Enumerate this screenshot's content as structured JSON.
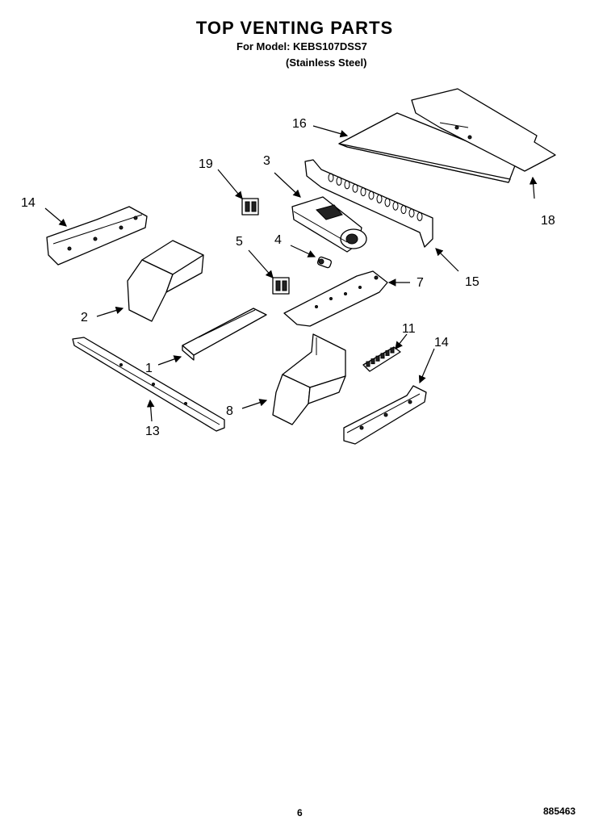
{
  "header": {
    "title": "TOP VENTING PARTS",
    "model_line": "For Model: KEBS107DSS7",
    "material_line": "(Stainless Steel)"
  },
  "labels": {
    "p1": "1",
    "p2": "2",
    "p3": "3",
    "p4": "4",
    "p5": "5",
    "p7": "7",
    "p8": "8",
    "p11": "11",
    "p13": "13",
    "p14a": "14",
    "p14b": "14",
    "p15": "15",
    "p16": "16",
    "p18": "18",
    "p19": "19"
  },
  "footer": {
    "page_number": "6",
    "doc_code": "885463"
  }
}
